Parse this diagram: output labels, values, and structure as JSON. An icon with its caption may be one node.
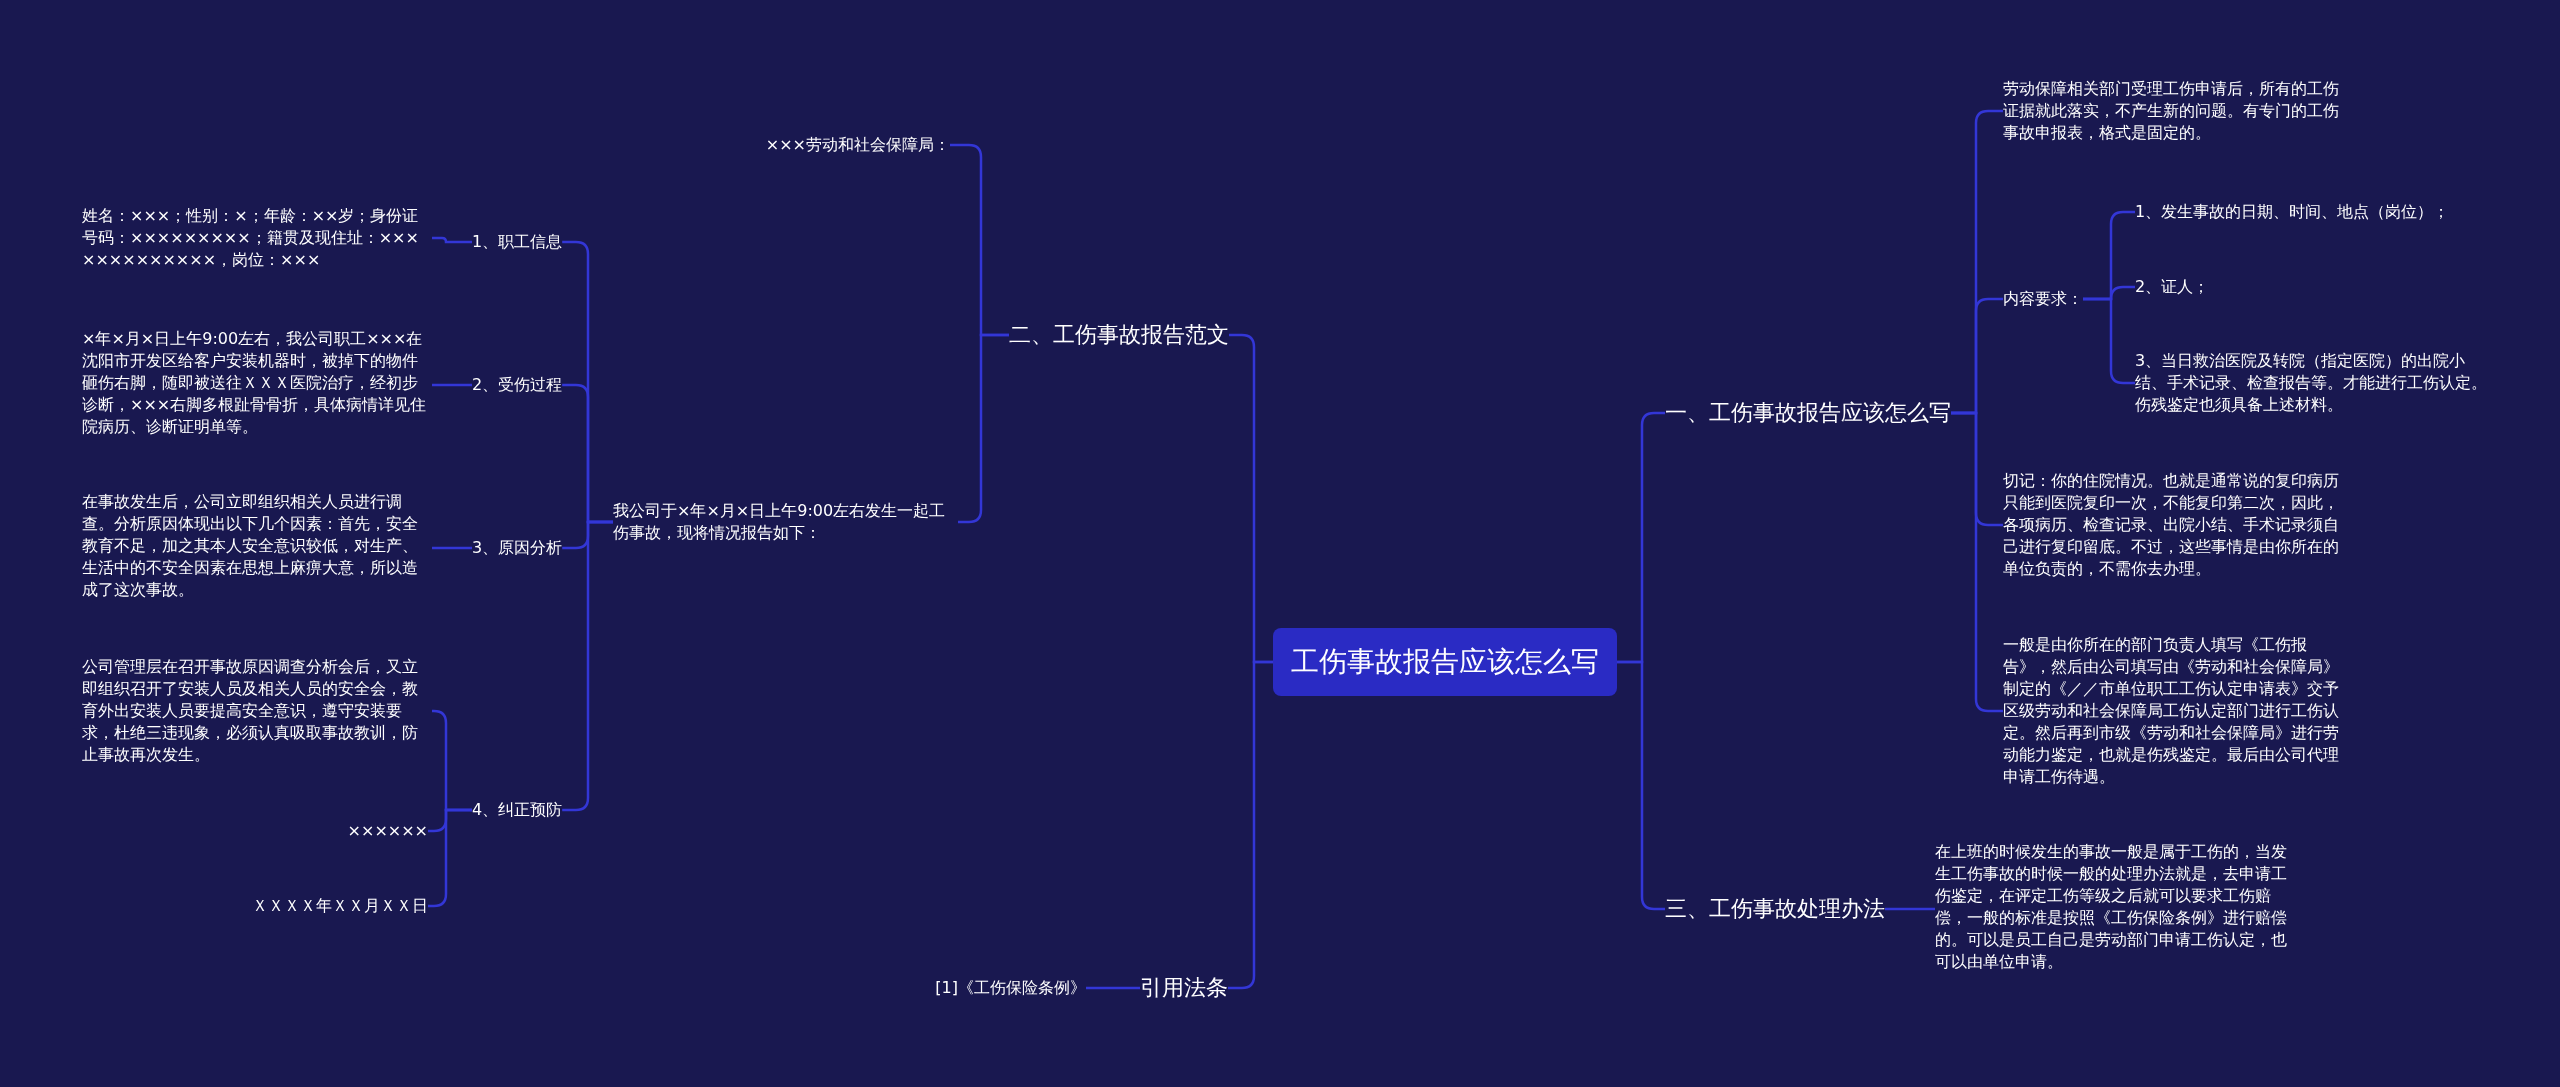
{
  "diagram": {
    "nodes": [
      {
        "text": [
          "工伤事故报告应该怎么写"
        ]
      },
      {
        "text": [
          "一、工伤事故报告应该怎么写"
        ]
      },
      {
        "text": [
          "劳动保障相关部门受理工伤申请后，所有的工伤证据就此落实，不产生新的问题。有专门的工伤事故申报表，格式是固定的。"
        ]
      },
      {
        "text": [
          "内容要求："
        ]
      },
      {
        "text": [
          "1、发生事故的日期、时间、地点（岗位）；"
        ]
      },
      {
        "text": [
          "2、证人；"
        ]
      },
      {
        "text": [
          "3、当日救治医院及转院（指定医院）的出院小结、手术记录、检查报告等。才能进行工伤认定。伤残鉴定也须具备上述材料。"
        ]
      },
      {
        "text": [
          "切记：你的住院情况。也就是通常说的复印病历只能到医院复印一次，不能复印第二次，因此，各项病历、检查记录、出院小结、手术记录须自己进行复印留底。不过，这些事情是由你所在的单位负责的，不需你去办理。"
        ]
      },
      {
        "text": [
          "一般是由你所在的部门负责人填写《工伤报告》，然后由公司填写由《劳动和社会保障局》制定的《／／市单位职工工伤认定申请表》交予区级劳动和社会保障局工伤认定部门进行工伤认定。然后再到市级《劳动和社会保障局》进行劳动能力鉴定，也就是伤残鉴定。最后由公司代理申请工伤待遇。"
        ]
      },
      {
        "text": [
          "二、工伤事故报告范文"
        ]
      },
      {
        "text": [
          "×××劳动和社会保障局："
        ]
      },
      {
        "text": [
          "我公司于×年×月×日上午9:00左右发生一起工伤事故，现将情况报告如下："
        ]
      },
      {
        "text": [
          "1、职工信息"
        ]
      },
      {
        "text": [
          "姓名：×××；性别：×；年龄：××岁；身份证号码：×××××××××；籍贯及现住址：×××××××××××××，岗位：×××"
        ]
      },
      {
        "text": [
          "2、受伤过程"
        ]
      },
      {
        "text": [
          "×年×月×日上午9:00左右，我公司职工×××在沈阳市开发区给客户安装机器时，被掉下的物件砸伤右脚，随即被送往ＸＸＸ医院治疗，经初步诊断，×××右脚多根趾骨骨折，具体病情详见住院病历、诊断证明单等。"
        ]
      },
      {
        "text": [
          "3、原因分析"
        ]
      },
      {
        "text": [
          "在事故发生后，公司立即组织相关人员进行调查。分析原因体现出以下几个因素：首先，安全教育不足，加之其本人安全意识较低，对生产、生活中的不安全因素在思想上麻痹大意，所以造成了这次事故。"
        ]
      },
      {
        "text": [
          "4、纠正预防"
        ]
      },
      {
        "text": [
          "公司管理层在召开事故原因调查分析会后，又立即组织召开了安装人员及相关人员的安全会，教育外出安装人员要提高安全意识，遵守安装要求，杜绝三违现象，必须认真吸取事故教训，防止事故再次发生。"
        ]
      },
      {
        "text": [
          "××××××"
        ]
      },
      {
        "text": [
          "ＸＸＸＸ年ＸＸ月ＸＸ日"
        ]
      },
      {
        "text": [
          "三、工伤事故处理办法"
        ]
      },
      {
        "text": [
          "在上班的时候发生的事故一般是属于工伤的，当发生工伤事故的时候一般的处理办法就是，去申请工伤鉴定，在评定工伤等级之后就可以要求工伤赔偿，一般的标准是按照《工伤保险条例》进行赔偿的。可以是员工自己是劳动部门申请工伤认定，也可以由单位申请。"
        ]
      },
      {
        "text": [
          "引用法条"
        ]
      },
      {
        "text": [
          "[1]《工伤保险条例》"
        ]
      }
    ],
    "edges": [
      {
        "from": 0,
        "to": 1,
        "arrow": "none"
      },
      {
        "from": 1,
        "to": 2,
        "arrow": "none"
      },
      {
        "from": 1,
        "to": 3,
        "arrow": "none"
      },
      {
        "from": 3,
        "to": 4,
        "arrow": "none"
      },
      {
        "from": 3,
        "to": 5,
        "arrow": "none"
      },
      {
        "from": 3,
        "to": 6,
        "arrow": "none"
      },
      {
        "from": 1,
        "to": 7,
        "arrow": "none"
      },
      {
        "from": 1,
        "to": 8,
        "arrow": "none"
      },
      {
        "from": 0,
        "to": 9,
        "arrow": "none"
      },
      {
        "from": 9,
        "to": 10,
        "arrow": "none"
      },
      {
        "from": 9,
        "to": 11,
        "arrow": "none"
      },
      {
        "from": 11,
        "to": 12,
        "arrow": "none"
      },
      {
        "from": 12,
        "to": 13,
        "arrow": "none"
      },
      {
        "from": 11,
        "to": 14,
        "arrow": "none"
      },
      {
        "from": 14,
        "to": 15,
        "arrow": "none"
      },
      {
        "from": 11,
        "to": 16,
        "arrow": "none"
      },
      {
        "from": 16,
        "to": 17,
        "arrow": "none"
      },
      {
        "from": 11,
        "to": 18,
        "arrow": "none"
      },
      {
        "from": 18,
        "to": 19,
        "arrow": "none"
      },
      {
        "from": 18,
        "to": 20,
        "arrow": "none"
      },
      {
        "from": 18,
        "to": 21,
        "arrow": "none"
      },
      {
        "from": 0,
        "to": 22,
        "arrow": "none"
      },
      {
        "from": 22,
        "to": 23,
        "arrow": "none"
      },
      {
        "from": 0,
        "to": 24,
        "arrow": "none"
      },
      {
        "from": 24,
        "to": 25,
        "arrow": "none"
      }
    ]
  }
}
